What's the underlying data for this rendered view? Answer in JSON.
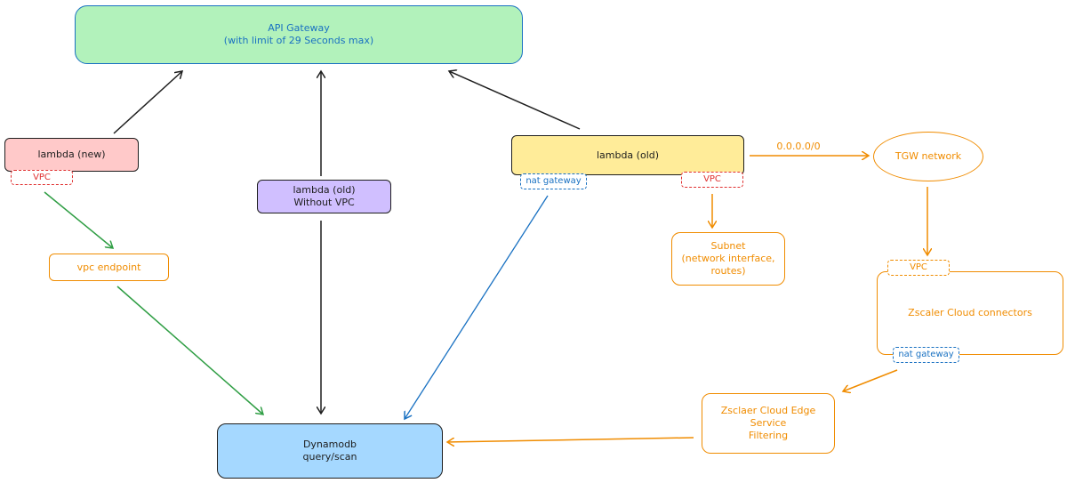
{
  "colors": {
    "green_fill": "#b2f2bb",
    "blue_stroke": "#1971c2",
    "red_fill": "#ffc9c9",
    "red_stroke": "#e03131",
    "purple_fill": "#d0bfff",
    "yellow_fill": "#ffec99",
    "light_blue_fill": "#a5d8ff",
    "orange": "#f08c00",
    "green_arrow": "#2f9e44",
    "black": "#1e1e1e"
  },
  "nodes": {
    "api_gateway": "API Gateway\n(with limit of 29 Seconds max)",
    "lambda_new": "lambda (new)",
    "lambda_new_vpc": "VPC",
    "lambda_old_novpc": "lambda (old)\nWithout VPC",
    "lambda_old": "lambda (old)",
    "nat_gateway_1": "nat gateway",
    "lambda_old_vpc": "VPC",
    "vpc_endpoint": "vpc endpoint",
    "subnet": "Subnet\n(network interface,\nroutes)",
    "tgw_network": "TGW network",
    "zscaler_vpc": "VPC",
    "zscaler_connectors": "Zscaler Cloud connectors",
    "nat_gateway_2": "nat gateway",
    "zscaler_edge": "Zsclaer Cloud Edge\nService\nFiltering",
    "dynamodb": "Dynamodb\nquery/scan"
  },
  "edge_labels": {
    "route": "0.0.0.0/0"
  }
}
